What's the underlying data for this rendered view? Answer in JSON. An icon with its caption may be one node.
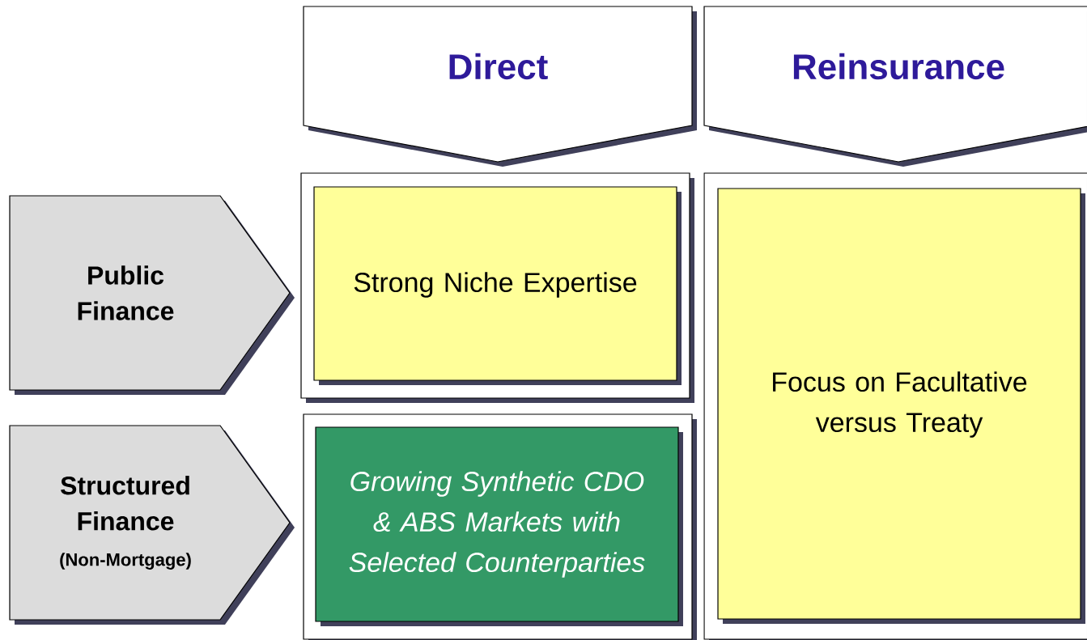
{
  "diagram": {
    "nodes": [
      {
        "text": [
          "Direct"
        ]
      },
      {
        "text": [
          "Reinsurance"
        ]
      },
      {
        "text": [
          "Public Finance"
        ]
      },
      {
        "text": [
          "Structured Finance",
          "(Non-Mortgage)"
        ]
      },
      {
        "text": [
          "Strong Niche Expertise"
        ]
      },
      {
        "text": [
          "Growing Synthetic CDO & ABS Markets with Selected Counterparties"
        ]
      },
      {
        "text": [
          "Focus on Facultative versus Treaty"
        ]
      }
    ]
  }
}
